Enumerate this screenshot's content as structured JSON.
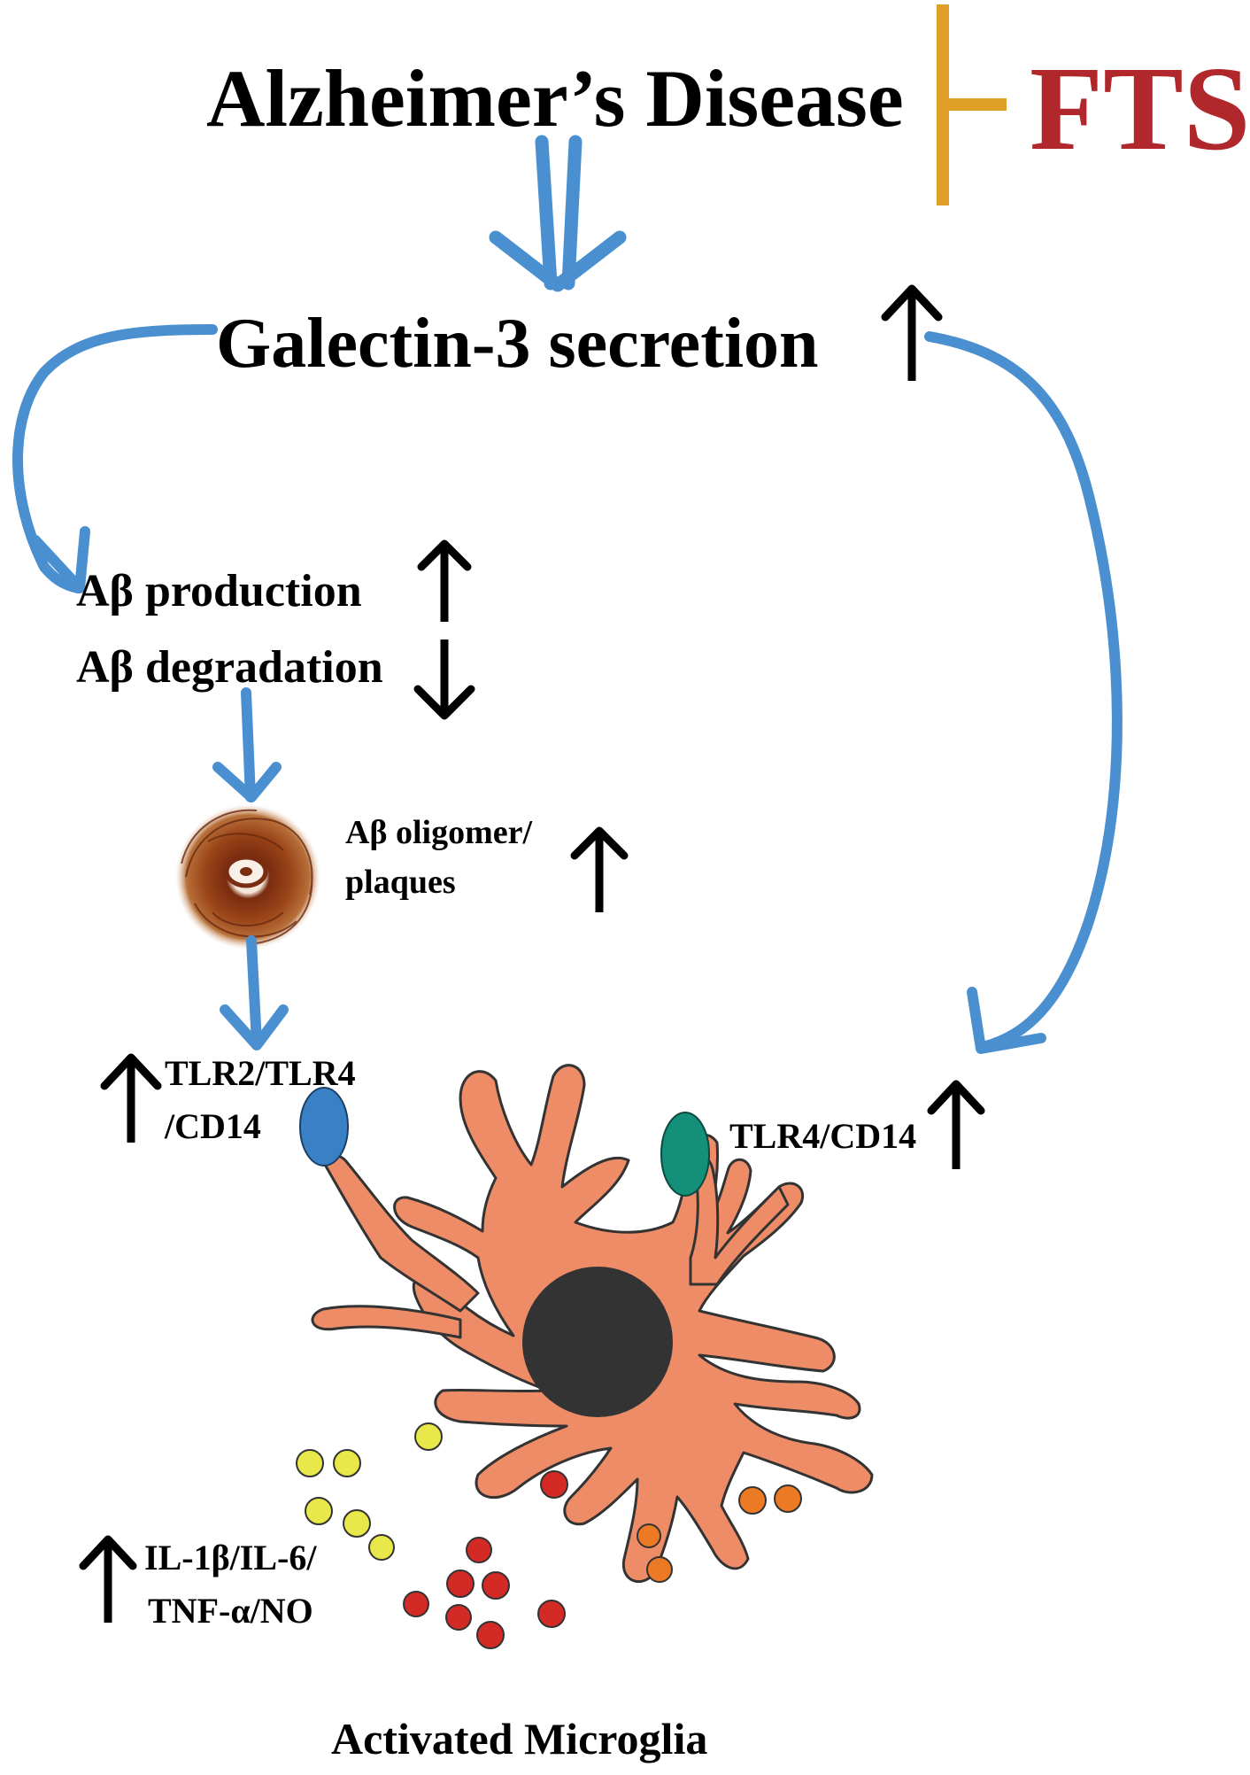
{
  "title": "Alzheimer’s Disease",
  "inhibitor": "FTS",
  "galectin": "Galectin-3 secretion",
  "ab_production": "Aβ production",
  "ab_degradation": "Aβ degradation",
  "oligomer_line1": "Aβ oligomer/",
  "oligomer_line2": "plaques",
  "tlr_left_line1": "TLR2/TLR4",
  "tlr_left_line2": "/CD14",
  "tlr_right": "TLR4/CD14",
  "cytokines_line1": "IL-1β/IL-6/",
  "cytokines_line2": "TNF-α/NO",
  "caption": "Activated Microglia",
  "colors": {
    "flow_arrow": "#4a90d0",
    "inhibition": "#e0a028",
    "inhibitor_text": "#b0282c",
    "microglia": "#ef8c68",
    "nucleus": "#333333",
    "receptor_blue": "#3a80c4",
    "receptor_green": "#14907a",
    "cytokine_yellow": "#e8e84a",
    "cytokine_red": "#d42a26",
    "cytokine_orange": "#ec7a24",
    "plaque": "#8a3a1a"
  }
}
